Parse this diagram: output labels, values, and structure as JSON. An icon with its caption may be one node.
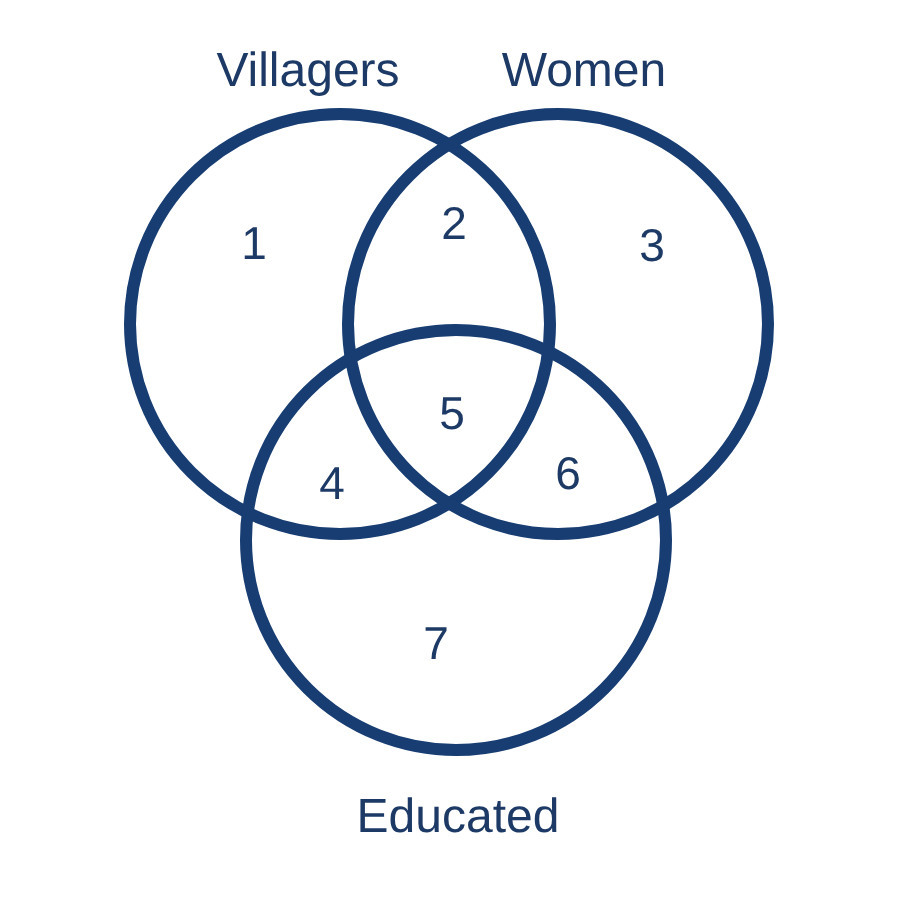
{
  "diagram": {
    "nodes": [
      {
        "text": [
          "Villagers"
        ]
      },
      {
        "text": [
          "Women"
        ]
      },
      {
        "text": [
          "Educated"
        ]
      }
    ],
    "labels": [
      "1",
      "2",
      "3",
      "4",
      "5",
      "6",
      "7"
    ]
  }
}
